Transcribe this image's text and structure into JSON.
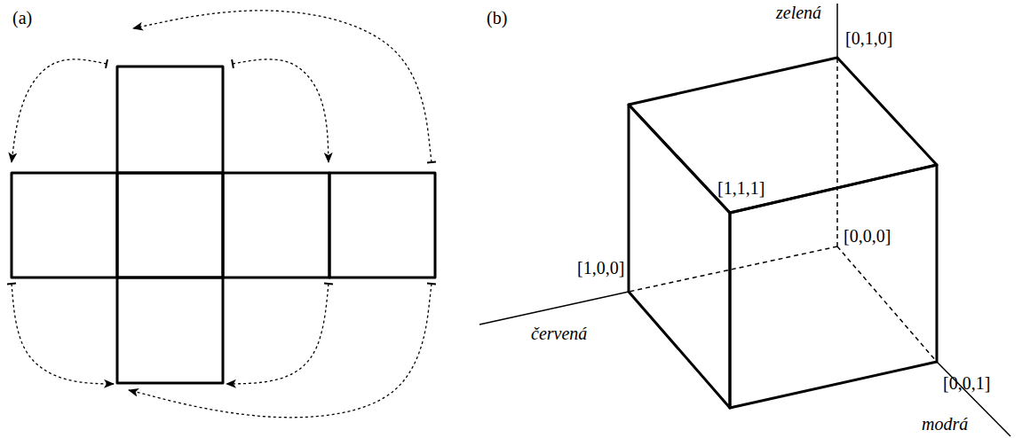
{
  "diagram": {
    "labels": [
      "(a)",
      "(b)",
      "zelená",
      "[0,1,0]",
      "[1,1,1]",
      "[0,0,0]",
      "[1,0,0]",
      "červená",
      "[0,0,1]",
      "modrá"
    ]
  }
}
